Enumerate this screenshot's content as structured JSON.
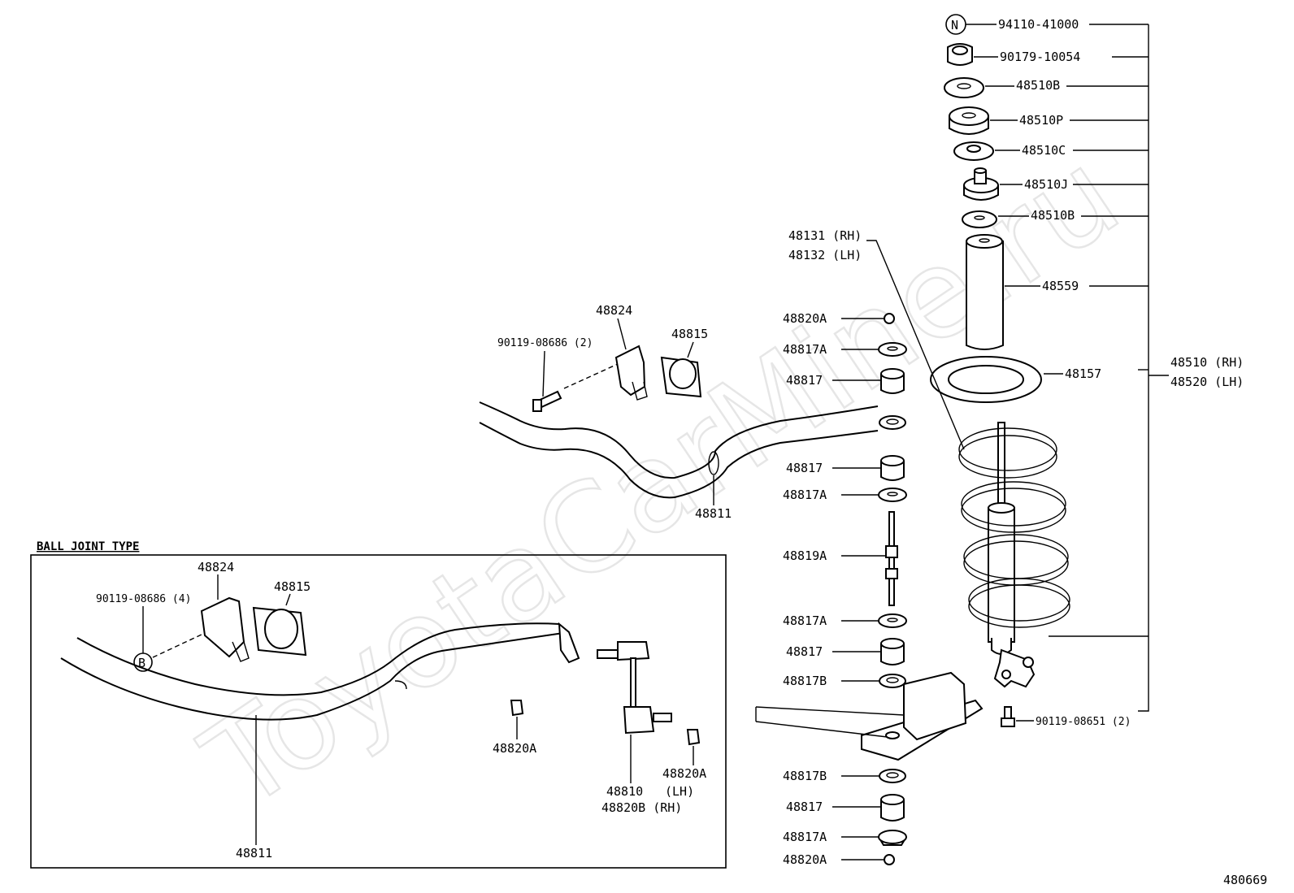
{
  "watermark": "ToyotaCarMine.ru",
  "diagram_id": "480669",
  "inset": {
    "title": "BALL JOINT TYPE"
  },
  "labels": {
    "p94110": "94110-41000",
    "p90179": "90179-10054",
    "p48510b_top": "48510B",
    "p48510p": "48510P",
    "p48510c": "48510C",
    "p48510j": "48510J",
    "p48510b_2": "48510B",
    "p48559": "48559",
    "p48157": "48157",
    "p48510": "48510 (RH)",
    "p48520": "48520 (LH)",
    "p48131": "48131 (RH)",
    "p48132": "48132 (LH)",
    "p90119_08651": "90119-08651 (2)",
    "s48820a_1": "48820A",
    "s48817a_1": "48817A",
    "s48817_1": "48817",
    "s48817_2": "48817",
    "s48817a_2": "48817A",
    "s48819a": "48819A",
    "s48817a_3": "48817A",
    "s48817_3": "48817",
    "s48817b_1": "48817B",
    "s48817b_2": "48817B",
    "s48817_4": "48817",
    "s48817a_4": "48817A",
    "s48820a_2": "48820A",
    "t48824": "48824",
    "t48815": "48815",
    "t90119": "90119-08686 (2)",
    "t48811": "48811",
    "b48824": "48824",
    "b48815": "48815",
    "b90119": "90119-08686 (4)",
    "b48811": "48811",
    "b48820a_1": "48820A",
    "b48810": "48810",
    "b48810_lh": "(LH)",
    "b48820b": "48820B (RH)",
    "b48820a_2": "48820A"
  },
  "symbols": {
    "n_mark": "N",
    "b_mark": "B"
  }
}
